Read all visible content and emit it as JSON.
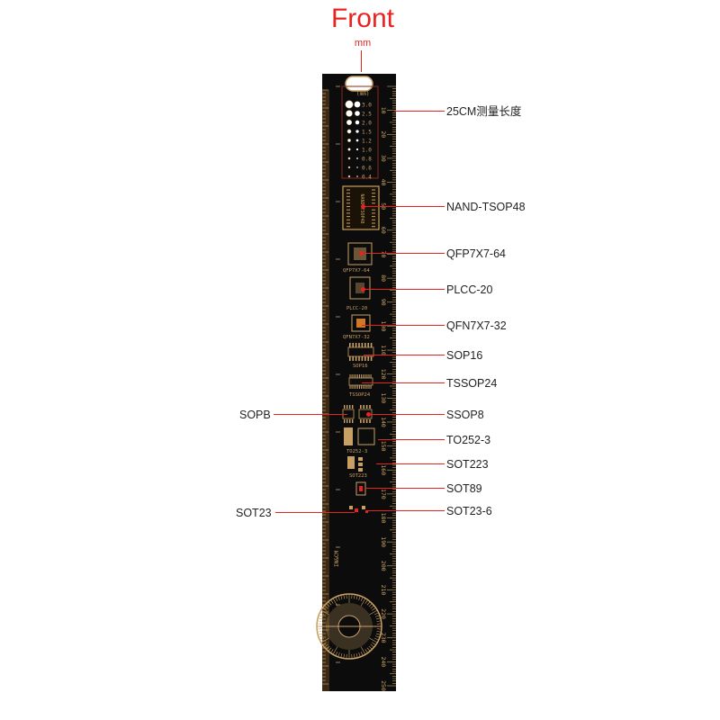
{
  "header": {
    "title": "Front",
    "unit": "mm"
  },
  "callouts": {
    "length": "25CM测量长度",
    "nand": "NAND-TSOP48",
    "qfp": "QFP7X7-64",
    "plcc": "PLCC-20",
    "qfn": "QFN7X7-32",
    "sop16": "SOP16",
    "tssop": "TSSOP24",
    "sopb": "SOPB",
    "ssop8": "SSOP8",
    "to252": "TO252-3",
    "sot223": "SOT223",
    "sot89": "SOT89",
    "sot23": "SOT23",
    "sot236": "SOT23-6"
  },
  "ruler": {
    "scale_numbers": [
      "10",
      "20",
      "30",
      "40",
      "50",
      "60",
      "70",
      "80",
      "90",
      "100",
      "110",
      "120",
      "130",
      "140",
      "150",
      "160",
      "170",
      "180",
      "190",
      "200",
      "210",
      "220",
      "230",
      "240",
      "250"
    ],
    "hole_sizes": [
      "3.0",
      "2.5",
      "2.0",
      "1.5",
      "1.2",
      "1.0",
      "0.8",
      "0.6",
      "0.4"
    ],
    "hole_header": "(mm)",
    "footprint_labels": [
      "NAND-TSOP48",
      "QFP7X7-64",
      "PLCC-20",
      "QFN7X7-32",
      "SOP16",
      "TSSOP24",
      "TO252-3",
      "SOT223"
    ],
    "left_side_text": "IN&CM",
    "colors": {
      "board": "#0c0c0c",
      "copper": "#c9a064",
      "callout": "#e8231f"
    }
  }
}
